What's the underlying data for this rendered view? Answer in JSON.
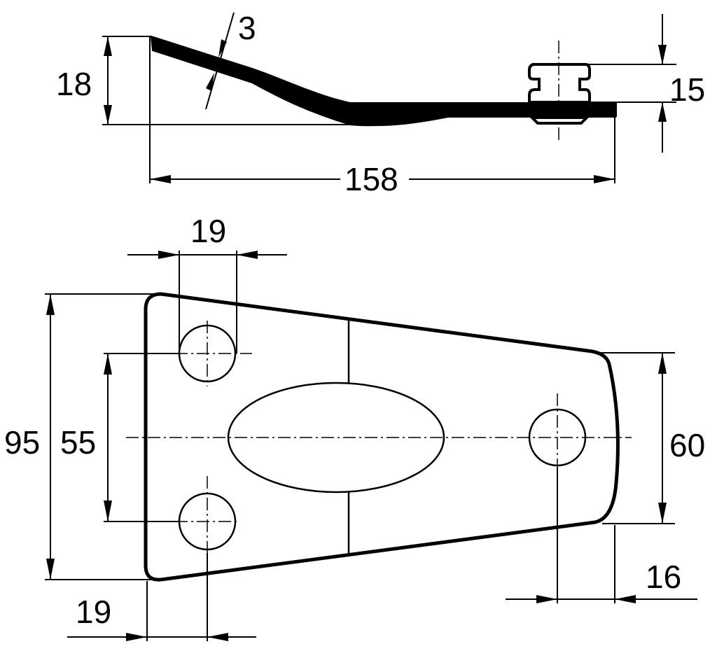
{
  "dimensions": {
    "top_thickness": "3",
    "top_height": "18",
    "top_stud_height": "15",
    "top_length": "158",
    "hole_width_top": "19",
    "overall_height": "95",
    "hole_spacing": "55",
    "right_height": "60",
    "left_offset": "19",
    "right_offset": "16"
  }
}
